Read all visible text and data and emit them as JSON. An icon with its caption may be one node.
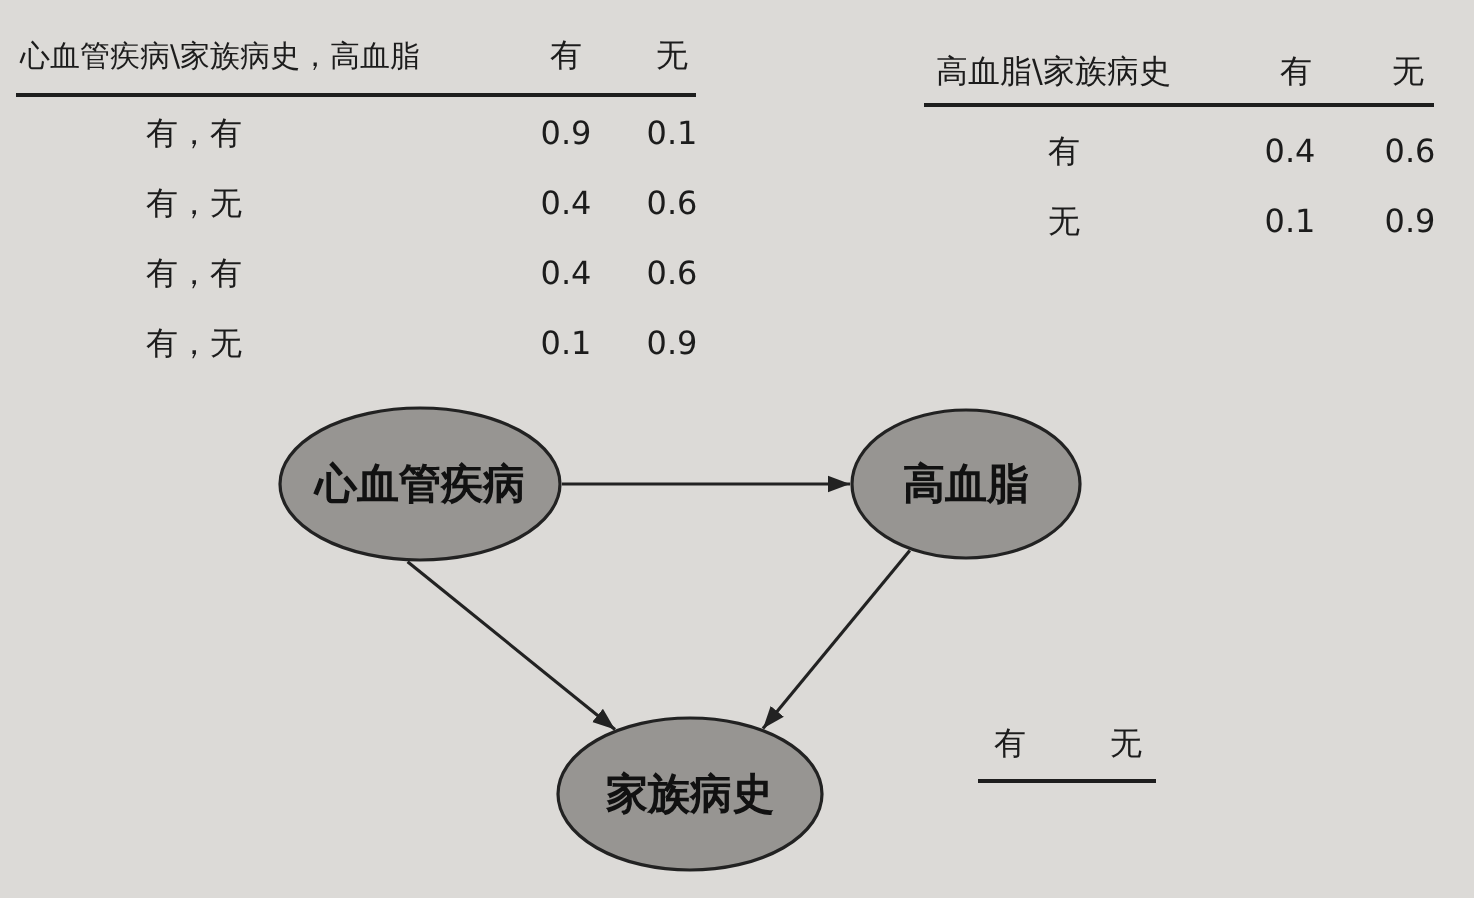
{
  "diagram": {
    "nodes": [
      {
        "text": [
          "心血管疾病"
        ]
      },
      {
        "text": [
          "高血脂"
        ]
      },
      {
        "text": [
          "家族病史"
        ]
      }
    ],
    "edges": [
      {
        "from": 0,
        "to": 1,
        "arrow": "to"
      },
      {
        "from": 0,
        "to": 2,
        "arrow": "to"
      },
      {
        "from": 1,
        "to": 2,
        "arrow": "to"
      }
    ],
    "labels": [
      "心血管疾病\\家族病史，高血脂",
      "有",
      "无",
      "有，有",
      "0.9",
      "0.1",
      "有，无",
      "0.4",
      "0.6",
      "有，有",
      "0.4",
      "0.6",
      "有，无",
      "0.1",
      "0.9",
      "高血脂\\家族病史",
      "有",
      "无",
      "有",
      "0.4",
      "0.6",
      "无",
      "0.1",
      "0.9",
      "有",
      "无"
    ]
  }
}
